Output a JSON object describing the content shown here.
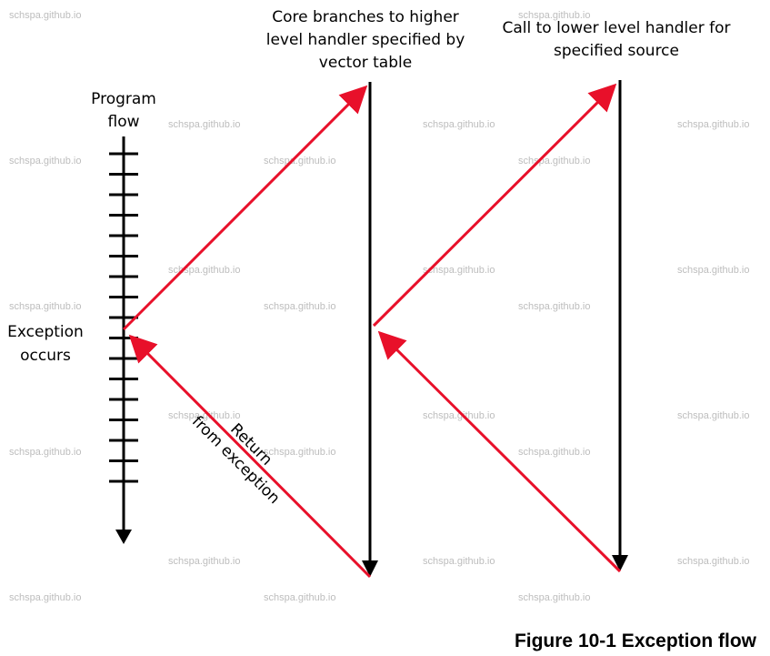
{
  "labels": {
    "program_flow": [
      "Program",
      "flow"
    ],
    "exception_occurs": [
      "Exception",
      "occurs"
    ],
    "core_branches": [
      "Core branches to higher",
      "level handler specified by",
      "vector table"
    ],
    "call_lower": [
      "Call to lower level handler for",
      "specified source"
    ],
    "return_from": [
      "Return",
      "from exception"
    ]
  },
  "caption": "Figure 10-1 Exception flow",
  "watermark": "schspa.github.io",
  "colors": {
    "red": "#e8102a",
    "black": "#000000",
    "watermark": "#bdbdbd"
  }
}
